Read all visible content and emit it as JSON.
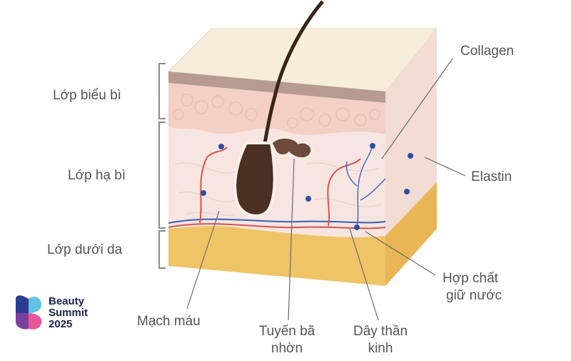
{
  "layers": {
    "epidermis": "Lớp biểu bì",
    "dermis": "Lớp hạ bì",
    "subcutis": "Lớp dưới da"
  },
  "callouts": {
    "collagen": "Collagen",
    "elastin": "Elastin",
    "moisture": [
      "Hợp chất",
      "giữ nước"
    ],
    "blood_vessels": "Mạch máu",
    "sebaceous": [
      "Tuyến bã",
      "nhờn"
    ],
    "nerves": [
      "Dây thần",
      "kinh"
    ]
  },
  "logo": {
    "lines": [
      "Beauty",
      "Summit",
      "2025"
    ]
  },
  "colors": {
    "label_text": "#555555",
    "epidermis_top": "#f4ecd8",
    "epidermis_pink": "#f3cfc6",
    "dermis": "#f7e3df",
    "fat": "#efc466",
    "hair": "#4a2f22",
    "artery": "#d9534f",
    "vein": "#3b5fb0",
    "logo_navy": "#1d2050"
  }
}
